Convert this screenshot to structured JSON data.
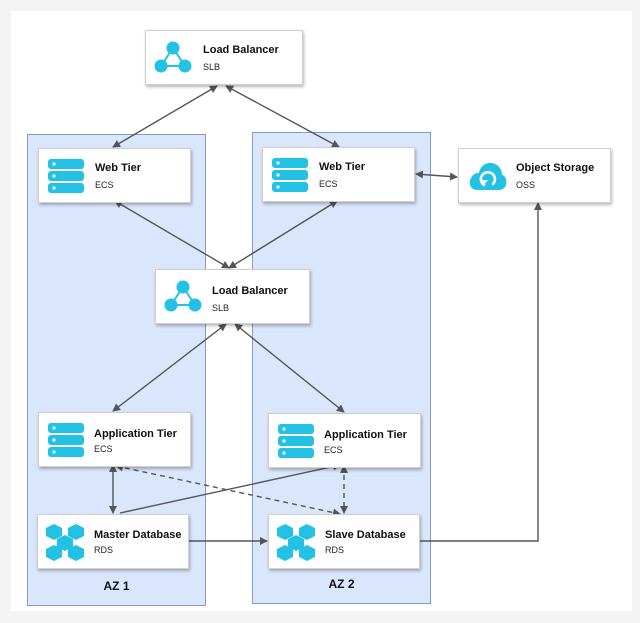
{
  "zones": {
    "az1": {
      "label": "AZ 1"
    },
    "az2": {
      "label": "AZ 2"
    }
  },
  "nodes": {
    "lb_top": {
      "title": "Load Balancer",
      "sub": "SLB",
      "icon": "load-balancer-icon"
    },
    "web1": {
      "title": "Web Tier",
      "sub": "ECS",
      "icon": "server-icon"
    },
    "web2": {
      "title": "Web Tier",
      "sub": "ECS",
      "icon": "server-icon"
    },
    "oss": {
      "title": "Object Storage",
      "sub": "OSS",
      "icon": "cloud-storage-icon"
    },
    "lb_mid": {
      "title": "Load Balancer",
      "sub": "SLB",
      "icon": "load-balancer-icon"
    },
    "app1": {
      "title": "Application Tier",
      "sub": "ECS",
      "icon": "server-icon"
    },
    "app2": {
      "title": "Application Tier",
      "sub": "ECS",
      "icon": "server-icon"
    },
    "master_db": {
      "title": "Master Database",
      "sub": "RDS",
      "icon": "database-icon"
    },
    "slave_db": {
      "title": "Slave Database",
      "sub": "RDS",
      "icon": "database-icon"
    }
  },
  "colors": {
    "icon": "#23c2e4",
    "zone_fill": "#dae6fb",
    "zone_border": "#7f9ccc",
    "edge": "#555555"
  }
}
